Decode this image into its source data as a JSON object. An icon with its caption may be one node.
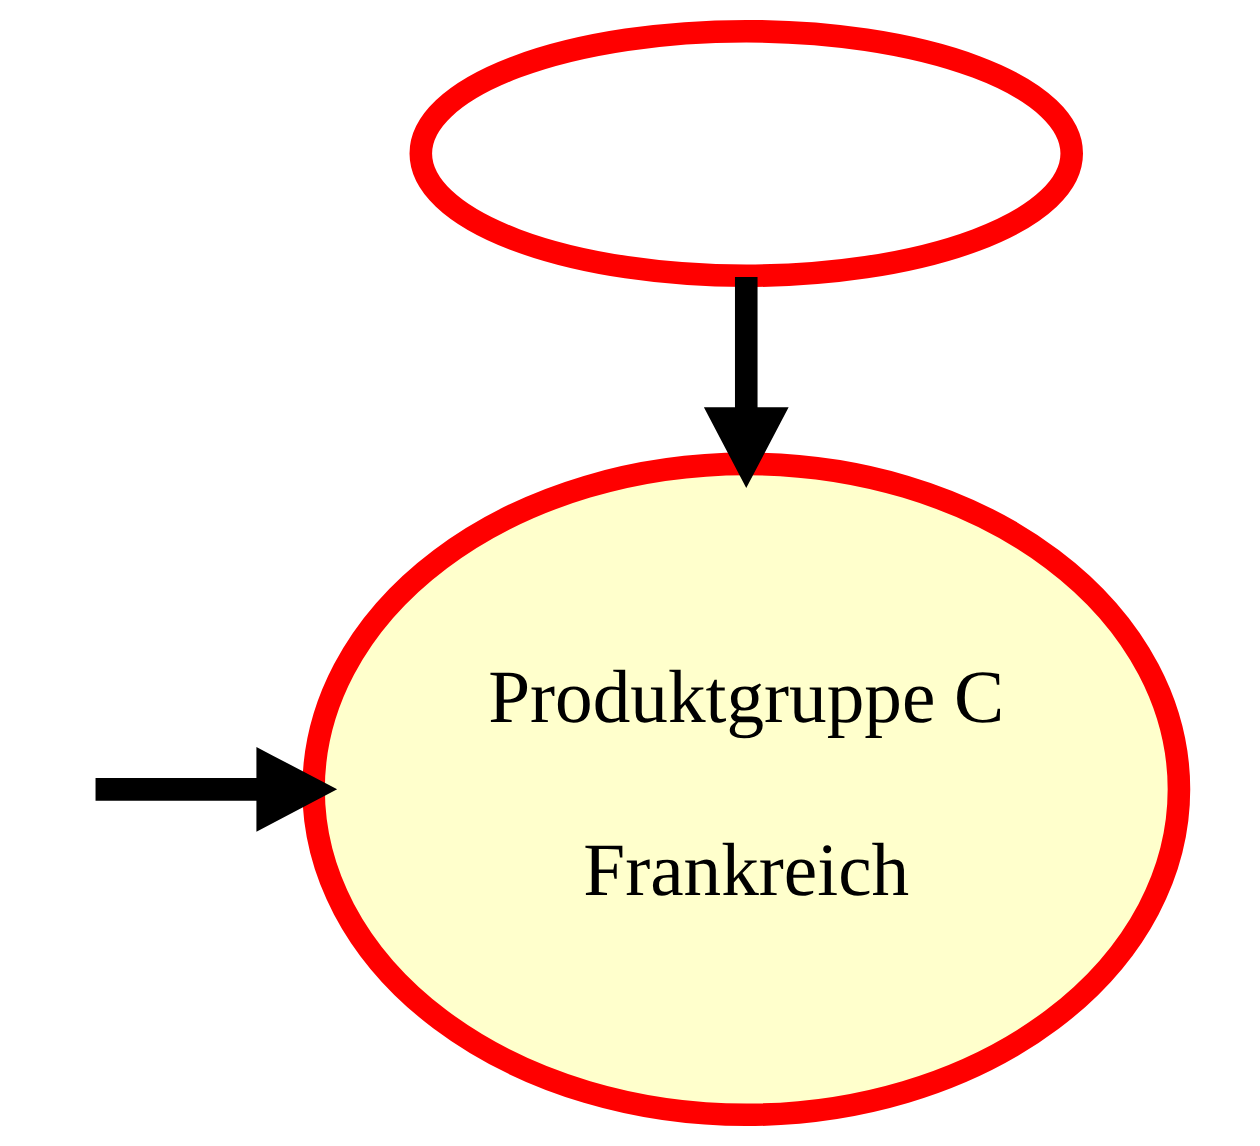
{
  "diagram": {
    "nodes": [
      {
        "text": [],
        "shape": "ellipse"
      },
      {
        "text": [
          "Produktgruppe C",
          "Frankreich"
        ]
      }
    ],
    "edges": [
      {
        "from": 0,
        "to": 1,
        "arrow": "to"
      },
      {
        "from": null,
        "to": 1,
        "arrow": "to"
      }
    ]
  }
}
